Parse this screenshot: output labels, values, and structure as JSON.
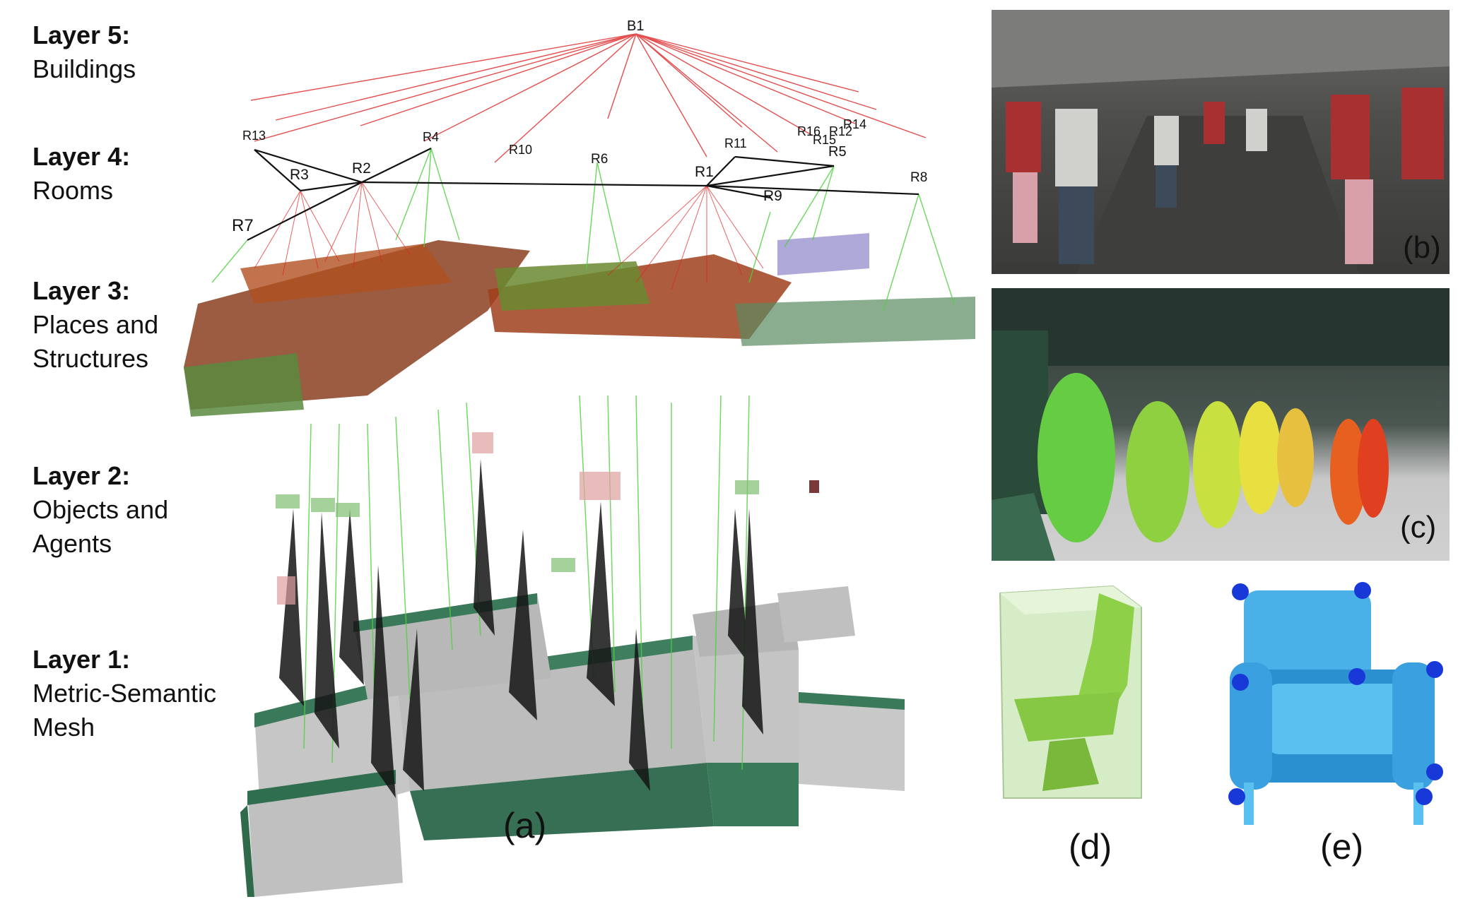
{
  "layers": [
    {
      "title": "Layer 5:",
      "lines": [
        "Buildings"
      ]
    },
    {
      "title": "Layer 4:",
      "lines": [
        "Rooms"
      ]
    },
    {
      "title": "Layer 3:",
      "lines": [
        "Places and",
        "Structures"
      ]
    },
    {
      "title": "Layer 2:",
      "lines": [
        "Objects and",
        "Agents"
      ]
    },
    {
      "title": "Layer 1:",
      "lines": [
        "Metric-Semantic",
        "Mesh"
      ]
    }
  ],
  "building_node": "B1",
  "room_nodes": [
    "R1",
    "R2",
    "R3",
    "R4",
    "R5",
    "R6",
    "R7",
    "R8",
    "R9",
    "R10",
    "R11",
    "R12",
    "R13",
    "R14",
    "R15",
    "R16"
  ],
  "panels": {
    "a": "(a)",
    "b": "(b)",
    "c": "(c)",
    "d": "(d)",
    "e": "(e)"
  },
  "colors": {
    "building_edges": "#e03030",
    "room_edges": "#111111",
    "room_place_edges": "#e02020",
    "structure_edges": "#50d040",
    "place_nodes": "#7a9a30",
    "mesh_walls": "#3a7a5a",
    "mesh_floor": "#c8c8c8"
  }
}
